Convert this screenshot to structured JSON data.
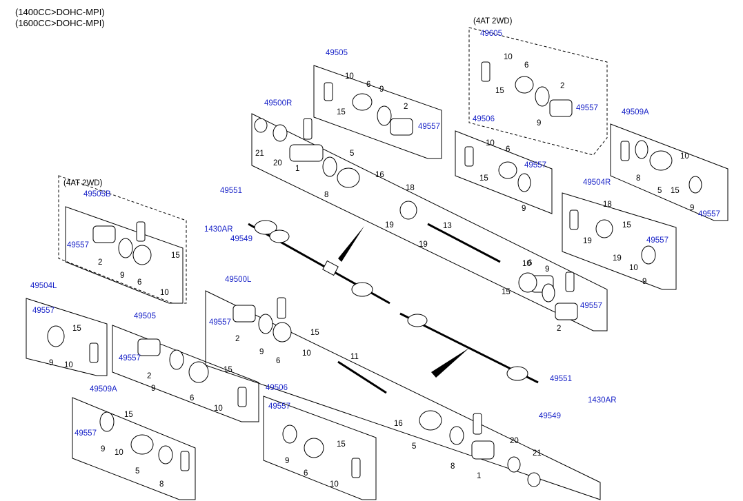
{
  "header": {
    "line1": "(1400CC>DOHC-MPI)",
    "line2": "(1600CC>DOHC-MPI)"
  },
  "colors": {
    "ref_label": "#1a24c8",
    "part_label": "#000000"
  },
  "labels": [
    {
      "t": "(4AT 2WD)",
      "c": "k"
    },
    {
      "t": "49605",
      "c": "b"
    },
    {
      "t": "10",
      "c": "k"
    },
    {
      "t": "6",
      "c": "k"
    },
    {
      "t": "15",
      "c": "k"
    },
    {
      "t": "2",
      "c": "k"
    },
    {
      "t": "49557",
      "c": "b"
    },
    {
      "t": "9",
      "c": "k"
    },
    {
      "t": "49505",
      "c": "b"
    },
    {
      "t": "10",
      "c": "k"
    },
    {
      "t": "6",
      "c": "k"
    },
    {
      "t": "9",
      "c": "k"
    },
    {
      "t": "15",
      "c": "k"
    },
    {
      "t": "2",
      "c": "k"
    },
    {
      "t": "49557",
      "c": "b"
    },
    {
      "t": "49500R",
      "c": "b"
    },
    {
      "t": "21",
      "c": "k"
    },
    {
      "t": "20",
      "c": "k"
    },
    {
      "t": "1",
      "c": "k"
    },
    {
      "t": "5",
      "c": "k"
    },
    {
      "t": "8",
      "c": "k"
    },
    {
      "t": "16",
      "c": "k"
    },
    {
      "t": "18",
      "c": "k"
    },
    {
      "t": "19",
      "c": "k"
    },
    {
      "t": "19",
      "c": "k"
    },
    {
      "t": "13",
      "c": "k"
    },
    {
      "t": "49506",
      "c": "b"
    },
    {
      "t": "10",
      "c": "k"
    },
    {
      "t": "6",
      "c": "k"
    },
    {
      "t": "15",
      "c": "k"
    },
    {
      "t": "49557",
      "c": "b"
    },
    {
      "t": "9",
      "c": "k"
    },
    {
      "t": "49509A",
      "c": "b"
    },
    {
      "t": "8",
      "c": "k"
    },
    {
      "t": "5",
      "c": "k"
    },
    {
      "t": "10",
      "c": "k"
    },
    {
      "t": "15",
      "c": "k"
    },
    {
      "t": "9",
      "c": "k"
    },
    {
      "t": "49557",
      "c": "b"
    },
    {
      "t": "49504R",
      "c": "b"
    },
    {
      "t": "18",
      "c": "k"
    },
    {
      "t": "15",
      "c": "k"
    },
    {
      "t": "19",
      "c": "k"
    },
    {
      "t": "19",
      "c": "k"
    },
    {
      "t": "49557",
      "c": "b"
    },
    {
      "t": "10",
      "c": "k"
    },
    {
      "t": "9",
      "c": "k"
    },
    {
      "t": "(4AT 2WD)",
      "c": "k"
    },
    {
      "t": "49505B",
      "c": "b"
    },
    {
      "t": "49557",
      "c": "b"
    },
    {
      "t": "2",
      "c": "k"
    },
    {
      "t": "9",
      "c": "k"
    },
    {
      "t": "6",
      "c": "k"
    },
    {
      "t": "15",
      "c": "k"
    },
    {
      "t": "10",
      "c": "k"
    },
    {
      "t": "49551",
      "c": "b"
    },
    {
      "t": "1430AR",
      "c": "b"
    },
    {
      "t": "49549",
      "c": "b"
    },
    {
      "t": "10",
      "c": "k"
    },
    {
      "t": "6",
      "c": "k"
    },
    {
      "t": "9",
      "c": "k"
    },
    {
      "t": "15",
      "c": "k"
    },
    {
      "t": "49557",
      "c": "b"
    },
    {
      "t": "2",
      "c": "k"
    },
    {
      "t": "49504L",
      "c": "b"
    },
    {
      "t": "49557",
      "c": "b"
    },
    {
      "t": "15",
      "c": "k"
    },
    {
      "t": "9",
      "c": "k"
    },
    {
      "t": "10",
      "c": "k"
    },
    {
      "t": "49500L",
      "c": "b"
    },
    {
      "t": "49557",
      "c": "b"
    },
    {
      "t": "2",
      "c": "k"
    },
    {
      "t": "9",
      "c": "k"
    },
    {
      "t": "6",
      "c": "k"
    },
    {
      "t": "15",
      "c": "k"
    },
    {
      "t": "10",
      "c": "k"
    },
    {
      "t": "11",
      "c": "k"
    },
    {
      "t": "49505",
      "c": "b"
    },
    {
      "t": "49557",
      "c": "b"
    },
    {
      "t": "2",
      "c": "k"
    },
    {
      "t": "9",
      "c": "k"
    },
    {
      "t": "6",
      "c": "k"
    },
    {
      "t": "15",
      "c": "k"
    },
    {
      "t": "10",
      "c": "k"
    },
    {
      "t": "49509A",
      "c": "b"
    },
    {
      "t": "15",
      "c": "k"
    },
    {
      "t": "49557",
      "c": "b"
    },
    {
      "t": "9",
      "c": "k"
    },
    {
      "t": "10",
      "c": "k"
    },
    {
      "t": "5",
      "c": "k"
    },
    {
      "t": "8",
      "c": "k"
    },
    {
      "t": "49506",
      "c": "b"
    },
    {
      "t": "49557",
      "c": "b"
    },
    {
      "t": "15",
      "c": "k"
    },
    {
      "t": "9",
      "c": "k"
    },
    {
      "t": "6",
      "c": "k"
    },
    {
      "t": "10",
      "c": "k"
    },
    {
      "t": "16",
      "c": "k"
    },
    {
      "t": "5",
      "c": "k"
    },
    {
      "t": "8",
      "c": "k"
    },
    {
      "t": "20",
      "c": "k"
    },
    {
      "t": "21",
      "c": "k"
    },
    {
      "t": "1",
      "c": "k"
    },
    {
      "t": "49551",
      "c": "b"
    },
    {
      "t": "49549",
      "c": "b"
    },
    {
      "t": "1430AR",
      "c": "b"
    }
  ]
}
